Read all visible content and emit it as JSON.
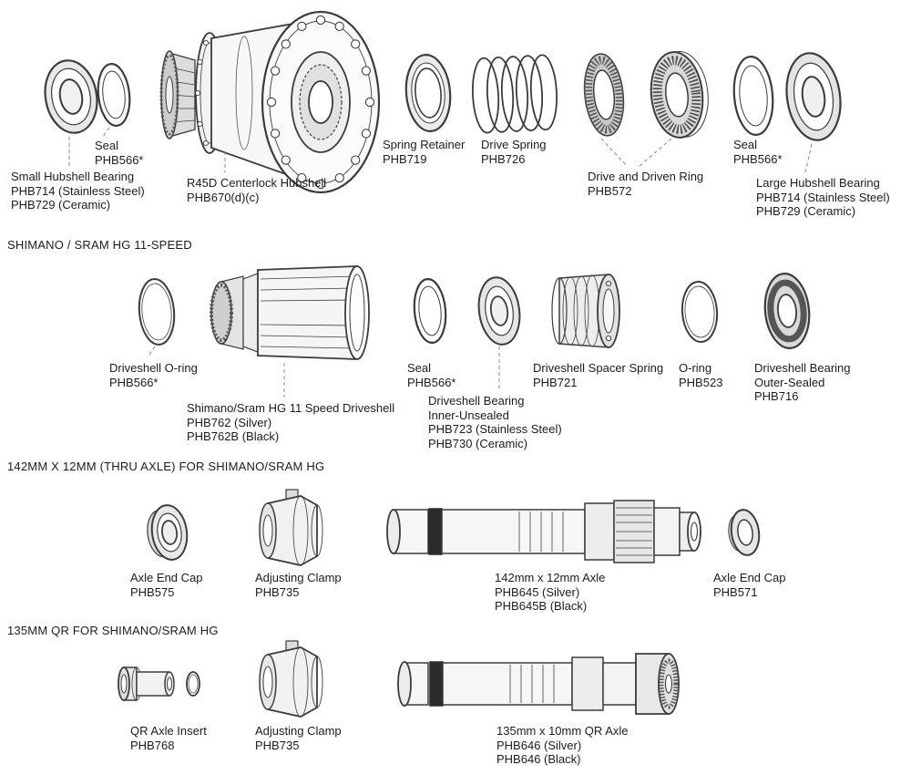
{
  "colors": {
    "background": "#ffffff",
    "line": "#3c3c3c",
    "text": "#1c1c1c"
  },
  "sections": {
    "top": {
      "labels": {
        "small_hubshell_bearing": {
          "l1": "Small Hubshell Bearing",
          "l2": "PHB714 (Stainless Steel)",
          "l3": "PHB729 (Ceramic)"
        },
        "seal_left": {
          "l1": "Seal",
          "l2": "PHB566*"
        },
        "hubshell": {
          "l1": "R45D Centerlock Hubshell",
          "l2": "PHB670(d)(c)"
        },
        "spring_retainer": {
          "l1": "Spring Retainer",
          "l2": "PHB719"
        },
        "drive_spring": {
          "l1": "Drive Spring",
          "l2": "PHB726"
        },
        "drive_and_driven_ring": {
          "l1": "Drive and Driven Ring",
          "l2": "PHB572"
        },
        "seal_right": {
          "l1": "Seal",
          "l2": "PHB566*"
        },
        "large_hubshell_bearing": {
          "l1": "Large Hubshell Bearing",
          "l2": "PHB714 (Stainless Steel)",
          "l3": "PHB729 (Ceramic)"
        }
      }
    },
    "hg11": {
      "title": "SHIMANO / SRAM HG 11-SPEED",
      "labels": {
        "driveshell_oring": {
          "l1": "Driveshell O-ring",
          "l2": "PHB566*"
        },
        "driveshell": {
          "l1": "Shimano/Sram HG 11 Speed Driveshell",
          "l2": "PHB762 (Silver)",
          "l3": "PHB762B (Black)"
        },
        "seal": {
          "l1": "Seal",
          "l2": "PHB566*"
        },
        "driveshell_bearing_inner": {
          "l1": "Driveshell Bearing",
          "l2": "Inner-Unsealed",
          "l3": "PHB723 (Stainless Steel)",
          "l4": "PHB730 (Ceramic)"
        },
        "driveshell_spacer_spring": {
          "l1": "Driveshell Spacer Spring",
          "l2": "PHB721"
        },
        "oring": {
          "l1": "O-ring",
          "l2": "PHB523"
        },
        "driveshell_bearing_outer": {
          "l1": "Driveshell Bearing",
          "l2": "Outer-Sealed",
          "l3": "PHB716"
        }
      }
    },
    "thru_axle": {
      "title": "142MM X 12MM (THRU AXLE) FOR SHIMANO/SRAM HG",
      "labels": {
        "axle_end_cap_left": {
          "l1": "Axle End Cap",
          "l2": "PHB575"
        },
        "adjusting_clamp": {
          "l1": "Adjusting Clamp",
          "l2": "PHB735"
        },
        "axle": {
          "l1": "142mm x 12mm Axle",
          "l2": "PHB645 (Silver)",
          "l3": "PHB645B (Black)"
        },
        "axle_end_cap_right": {
          "l1": "Axle End Cap",
          "l2": "PHB571"
        }
      }
    },
    "qr": {
      "title": "135MM QR FOR SHIMANO/SRAM HG",
      "labels": {
        "qr_axle_insert": {
          "l1": "QR Axle Insert",
          "l2": "PHB768"
        },
        "adjusting_clamp": {
          "l1": "Adjusting Clamp",
          "l2": "PHB735"
        },
        "axle": {
          "l1": "135mm x 10mm QR Axle",
          "l2": "PHB646 (Silver)",
          "l3": "PHB646 (Black)"
        }
      }
    }
  }
}
